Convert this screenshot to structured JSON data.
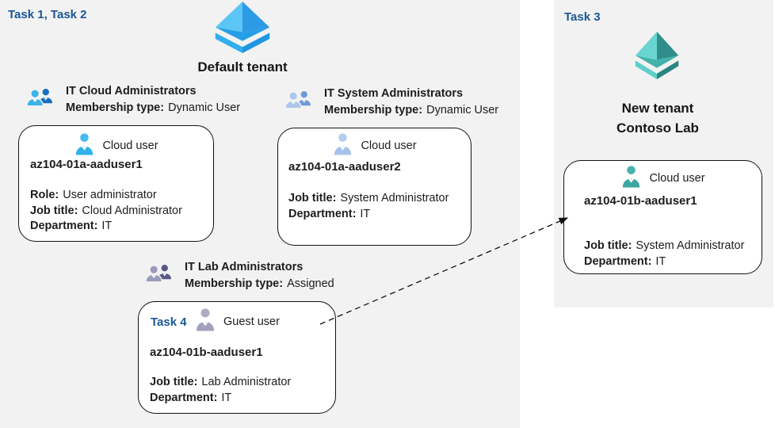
{
  "colors": {
    "task_label_blue": "#1A5796",
    "panel_gray": "#F2F2F2",
    "card_border": "#111111",
    "text": "#1D1D1D",
    "azure_blue_light": "#5BC6F3",
    "azure_blue_dark": "#2D9AE5",
    "azure_teal_light": "#68D5D0",
    "azure_teal_dark": "#2F8E89",
    "group1_front": "#3CB4E8",
    "group1_back": "#176FC1",
    "group2_front": "#ABC7EC",
    "group2_back": "#6F9AD8",
    "group3_front": "#9B9BBA",
    "group3_back": "#575787",
    "user1_icon": "#2FB2E9",
    "user2_icon": "#A6C4EA",
    "guest_icon": "#9FA0BE",
    "user4_icon": "#3CA6A2"
  },
  "left_panel": {
    "task_label": "Task 1, Task 2",
    "tenant_icon": "azure-ad-blue-icon",
    "tenant_title": "Default tenant",
    "groups": [
      {
        "icon": "group-people-icon",
        "name": "IT Cloud Administrators",
        "membership_label": "Membership type:",
        "membership_value": "Dynamic User"
      },
      {
        "icon": "group-people-icon",
        "name": "IT System Administrators",
        "membership_label": "Membership type:",
        "membership_value": "Dynamic User"
      },
      {
        "icon": "group-people-icon",
        "name": "IT Lab Administrators",
        "membership_label": "Membership type:",
        "membership_value": "Assigned"
      }
    ],
    "cards": [
      {
        "user_icon": "cloud-user-icon",
        "user_type": "Cloud user",
        "name": "az104-01a-aaduser1",
        "attributes": [
          {
            "label": "Role:",
            "value": "User administrator"
          },
          {
            "label": "Job title:",
            "value": "Cloud Administrator"
          },
          {
            "label": "Department:",
            "value": "IT"
          }
        ]
      },
      {
        "user_icon": "cloud-user-icon",
        "user_type": "Cloud user",
        "name": "az104-01a-aaduser2",
        "attributes": [
          {
            "label": "Job title:",
            "value": "System Administrator"
          },
          {
            "label": "Department:",
            "value": "IT"
          }
        ]
      },
      {
        "task_label": "Task 4",
        "user_icon": "guest-user-icon",
        "user_type": "Guest user",
        "name": "az104-01b-aaduser1",
        "attributes": [
          {
            "label": "Job title:",
            "value": "Lab Administrator"
          },
          {
            "label": "Department:",
            "value": "IT"
          }
        ]
      }
    ]
  },
  "right_panel": {
    "task_label": "Task 3",
    "tenant_icon": "azure-ad-teal-icon",
    "tenant_title_line1": "New tenant",
    "tenant_title_line2": "Contoso Lab",
    "card": {
      "user_icon": "cloud-user-icon",
      "user_type": "Cloud user",
      "name": "az104-01b-aaduser1",
      "attributes": [
        {
          "label": "Job title:",
          "value": "System Administrator"
        },
        {
          "label": "Department:",
          "value": "IT"
        }
      ]
    }
  },
  "arrow": {
    "style": "dashed",
    "from": "guest-user-card",
    "to": "new-tenant-cloud-user-card"
  }
}
